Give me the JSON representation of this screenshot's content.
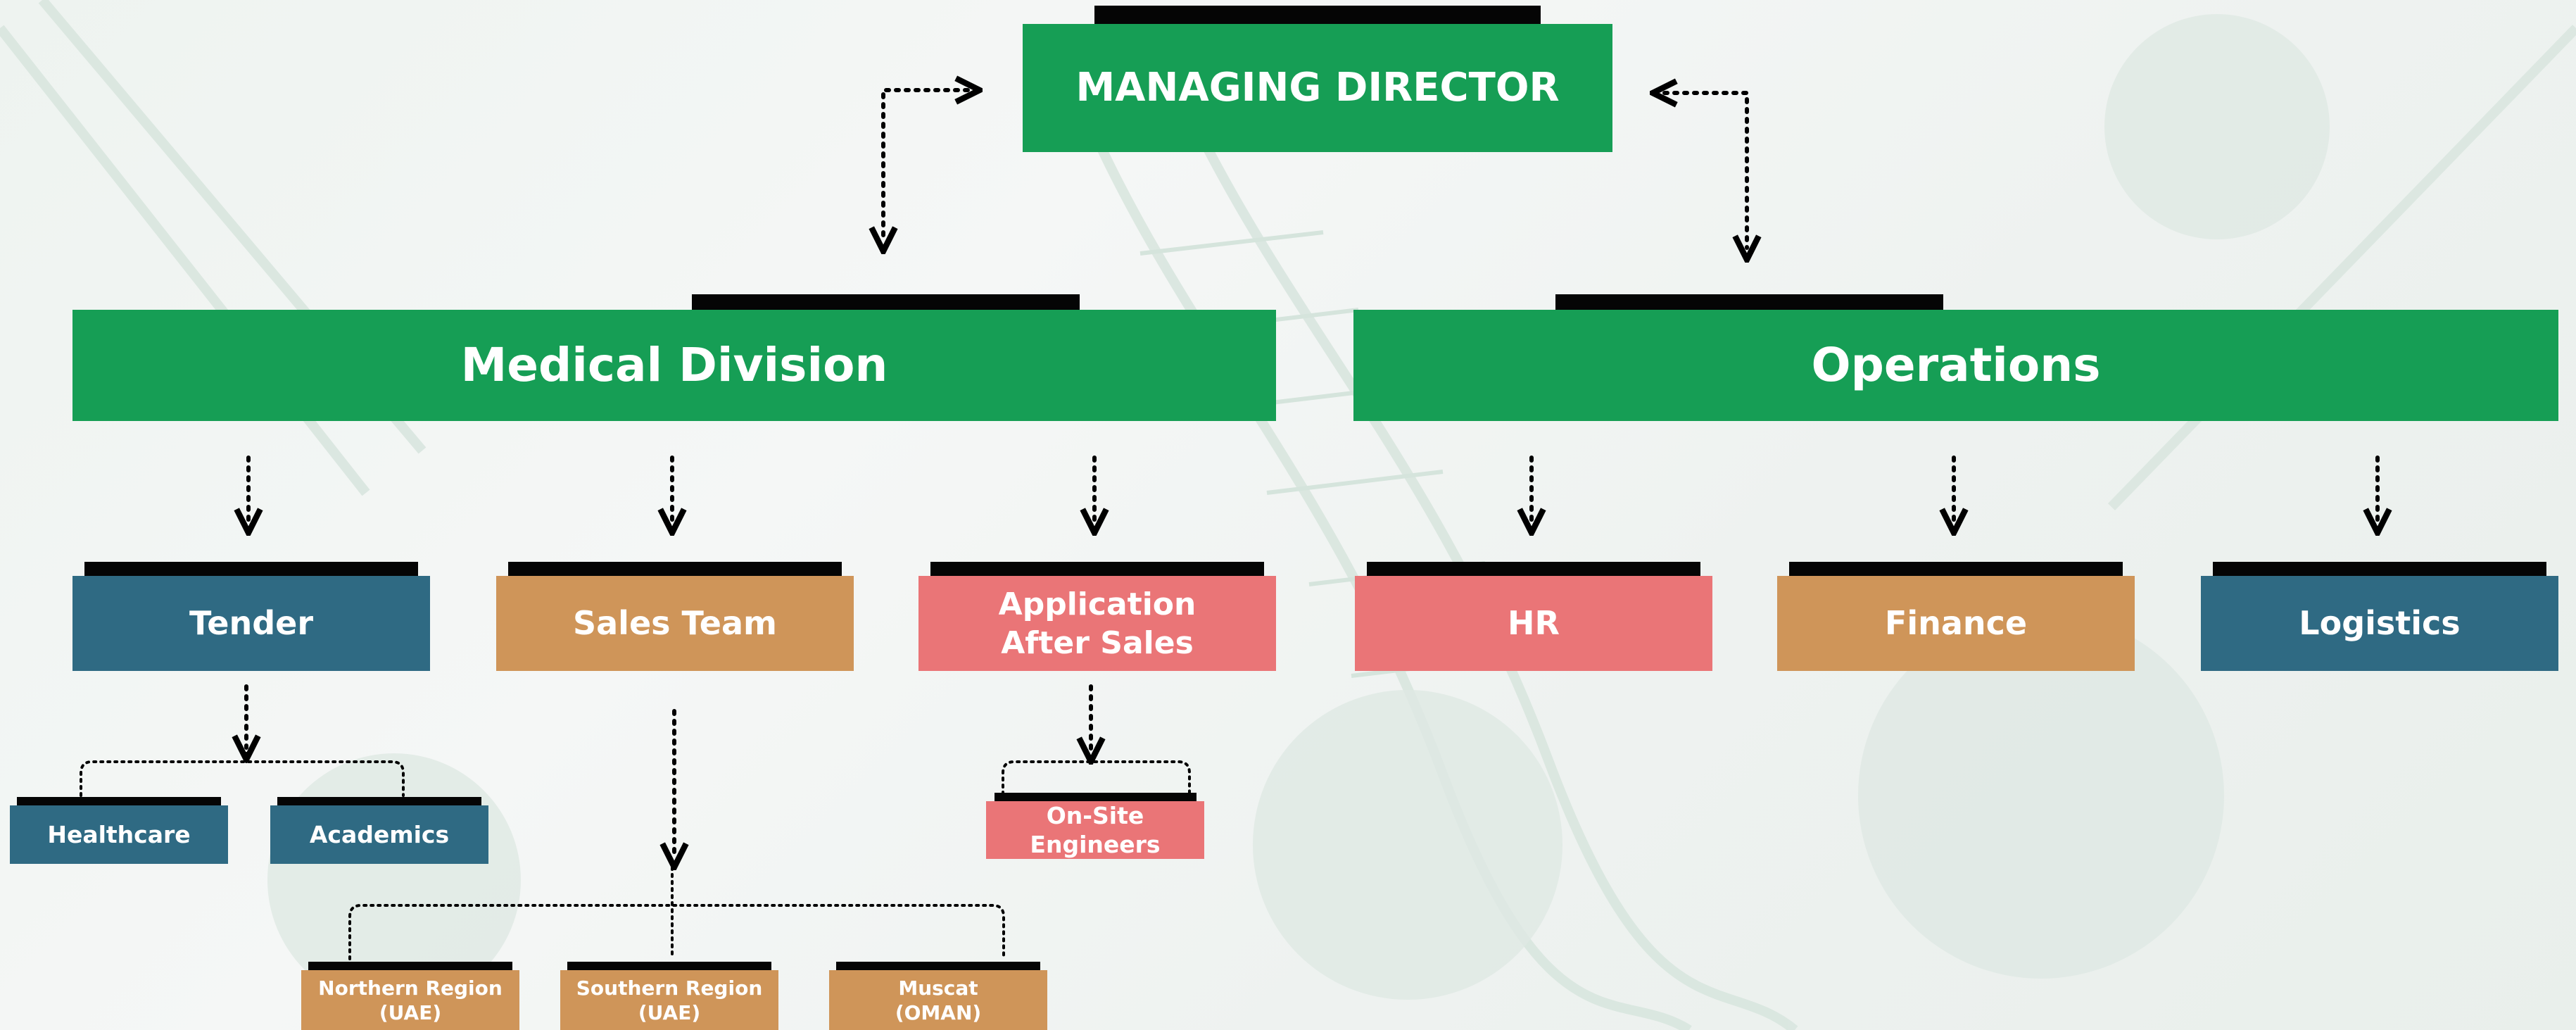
{
  "chart": {
    "managing_director": "MANAGING DIRECTOR",
    "divisions": {
      "medical": "Medical Division",
      "operations": "Operations"
    },
    "departments": {
      "tender": "Tender",
      "sales_team": "Sales Team",
      "application_line1": "Application",
      "application_line2": "After Sales",
      "hr": "HR",
      "finance": "Finance",
      "logistics": "Logistics"
    },
    "units": {
      "healthcare": "Healthcare",
      "academics": "Academics",
      "onsite_engineers": "On-Site Engineers",
      "northern_line1": "Northern Region",
      "northern_line2": "(UAE)",
      "southern_line1": "Southern Region",
      "southern_line2": "(UAE)",
      "muscat_line1": "Muscat",
      "muscat_line2": "(OMAN)"
    }
  },
  "colors": {
    "green": "#169e55",
    "blue": "#2f6a83",
    "tan": "#cf9559",
    "pink": "#ea7577",
    "bar": "#050505"
  }
}
